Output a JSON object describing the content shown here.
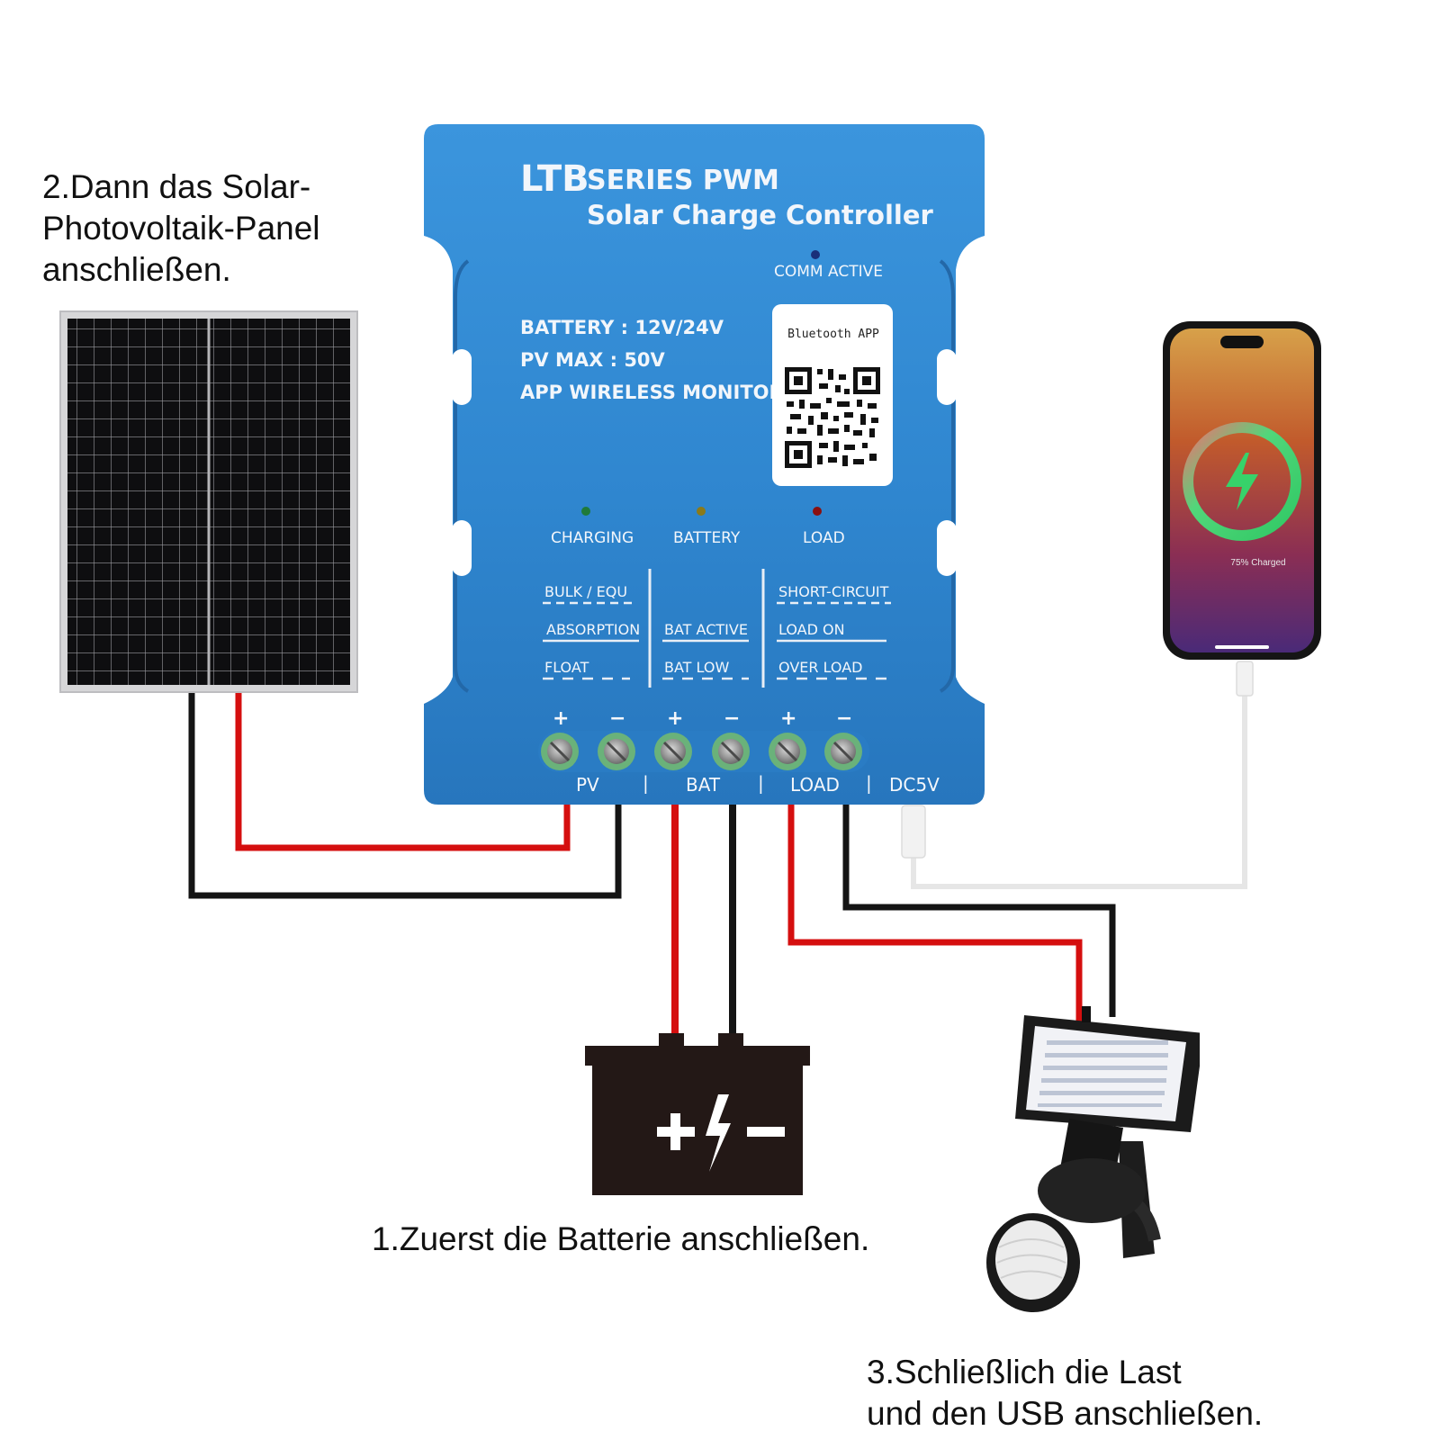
{
  "steps": {
    "step1": "1.Zuerst die Batterie anschließen.",
    "step2_line1": "2.Dann das Solar-",
    "step2_line2": "Photovoltaik-Panel",
    "step2_line3": "anschließen.",
    "step3_line1": "3.Schließlich die Last",
    "step3_line2": "und den USB anschließen."
  },
  "controller": {
    "brand": "LTB",
    "series": "SERIES PWM",
    "subtitle": "Solar Charge Controller",
    "comm_label": "COMM ACTIVE",
    "spec_battery": "BATTERY : 12V/24V",
    "spec_pv": "PV MAX : 50V",
    "spec_app": "APP WIRELESS MONITOR",
    "qr_title": "Bluetooth APP",
    "leds": [
      {
        "label": "CHARGING",
        "color": "#1f7a3a"
      },
      {
        "label": "BATTERY",
        "color": "#8a7a1a"
      },
      {
        "label": "LOAD",
        "color": "#8a1010"
      }
    ],
    "status_col1": [
      "BULK / EQU",
      "ABSORPTION",
      "FLOAT"
    ],
    "status_col2": [
      "BAT ACTIVE",
      "BAT LOW"
    ],
    "status_col3": [
      "SHORT-CIRCUIT",
      "LOAD ON",
      "OVER LOAD"
    ],
    "signs": [
      "+",
      "−",
      "+",
      "−",
      "+",
      "−"
    ],
    "terminals": [
      "PV",
      "BAT",
      "LOAD",
      "DC5V"
    ],
    "sep": "|"
  },
  "phone": {
    "caption": "75% Charged"
  },
  "colors": {
    "body_blue": "#2f86cf",
    "wire_red": "#d50f0f",
    "wire_black": "#141414",
    "battery": "#231816",
    "terminal_green": "#6ab27a"
  }
}
